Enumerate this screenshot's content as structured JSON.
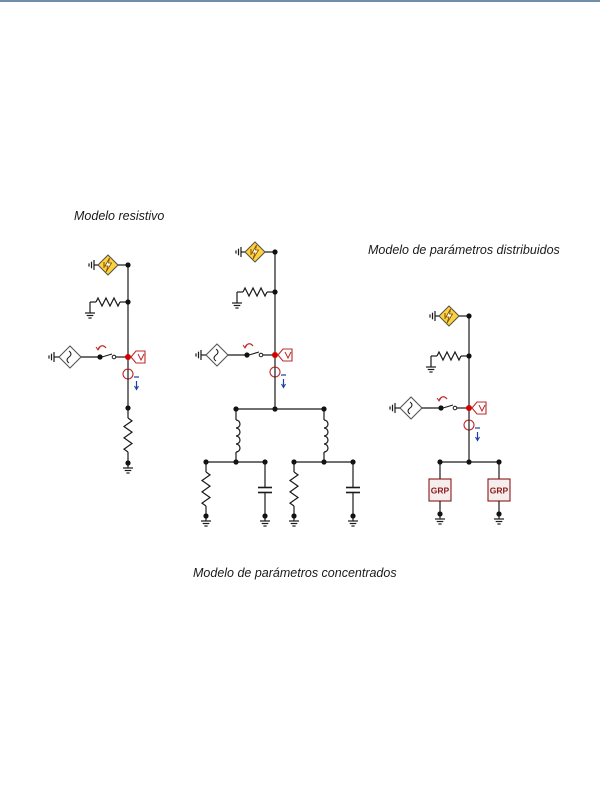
{
  "labels": {
    "resistive": "Modelo resistivo",
    "distributed": "Modelo de parámetros distribuidos",
    "concentrated": "Modelo de parámetros concentrados"
  },
  "components": {
    "grp_block": "GRP"
  },
  "colors": {
    "wire": "#1a1a1a",
    "node": "#111111",
    "probe_node": "#d40000",
    "lightning_fill": "#ffd23a",
    "source_border": "#555555",
    "switch_red": "#c0282a",
    "voltmeter": "#c0282a",
    "current_arrow": "#1f3fa8",
    "grp_border": "#8b1a1a",
    "grp_fill": "#f6eded"
  },
  "icons": [
    "lightning-source-icon",
    "ac-source-icon",
    "resistor-icon",
    "inductor-icon",
    "capacitor-icon",
    "switch-icon",
    "voltmeter-icon",
    "current-probe-icon",
    "ground-icon",
    "grp-block-icon"
  ]
}
